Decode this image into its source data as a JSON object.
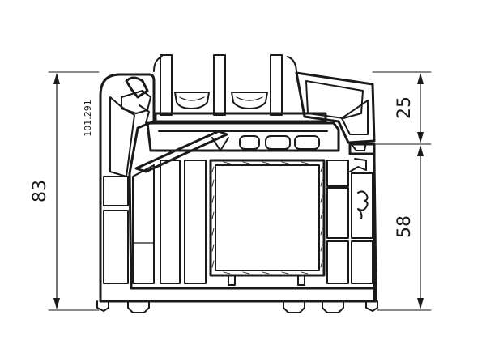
{
  "drawing": {
    "part_code": "101.291",
    "dimensions": {
      "overall_height": "83",
      "top_height": "25",
      "bottom_height": "58"
    }
  }
}
